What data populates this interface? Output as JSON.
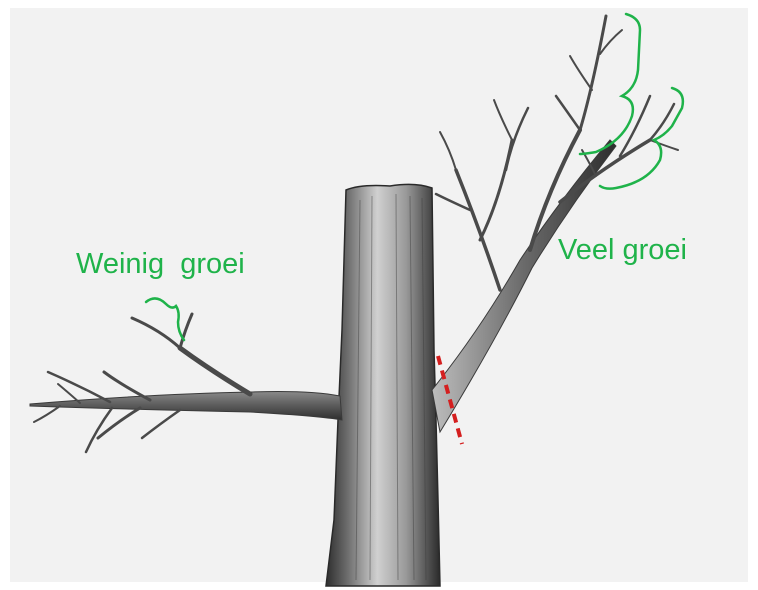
{
  "colors": {
    "background": "#f2f2f2",
    "trunk_dark": "#3a3a3a",
    "trunk_light": "#c8c8c8",
    "branch": "#4a4a4a",
    "annotation_green": "#1fb34a",
    "cut_line_red": "#d41f1f"
  },
  "labels": {
    "weak_growth": "Weinig  groei",
    "strong_growth": "Veel groei"
  },
  "annotations": {
    "cut_line": "dashed-red",
    "braces": [
      "small-brace-left-branch",
      "brace-upper-right",
      "brace-lower-right"
    ]
  }
}
